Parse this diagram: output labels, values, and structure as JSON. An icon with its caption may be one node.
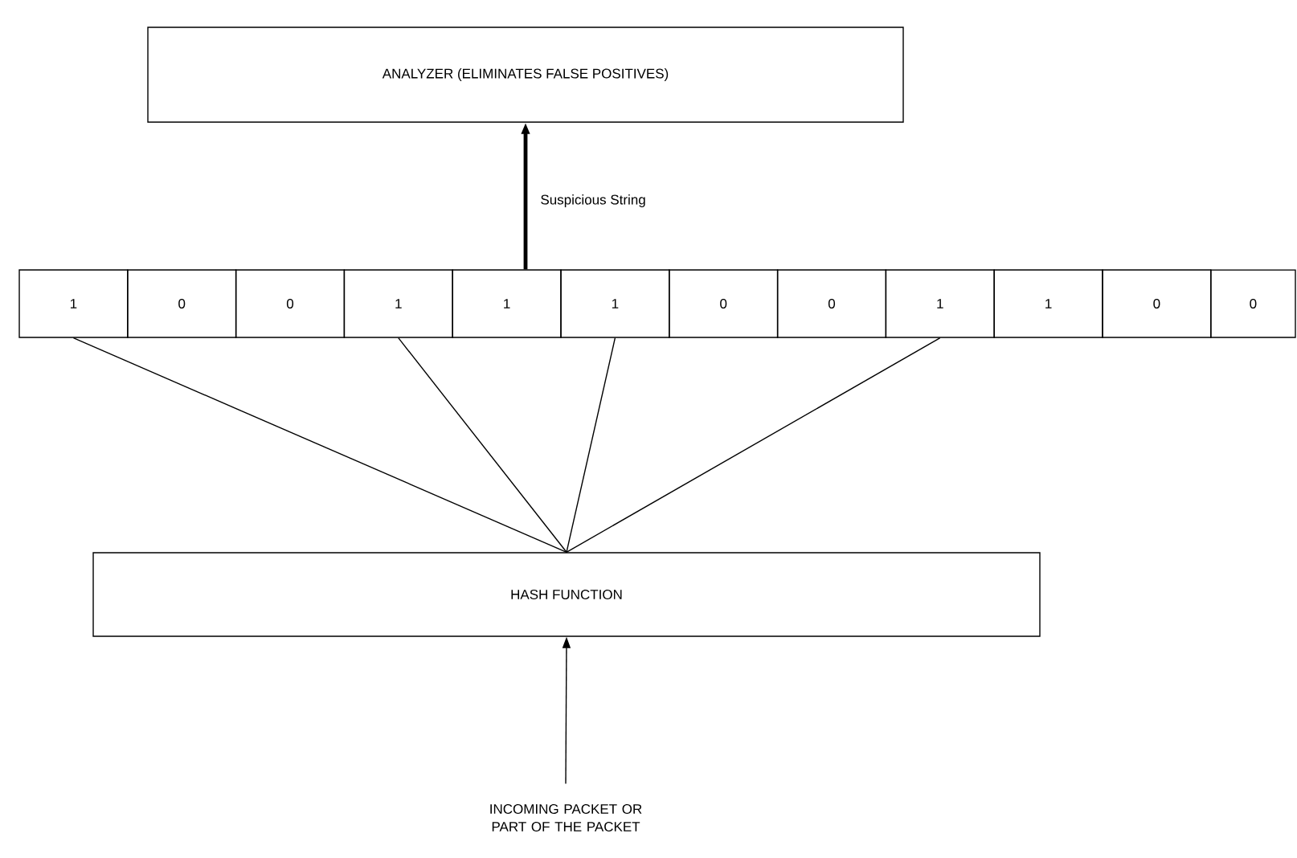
{
  "diagram": {
    "nodes": [
      {
        "text": [
          "ANALYZER (ELIMINATES FALSE POSITIVES)"
        ]
      },
      {
        "text": [
          "1"
        ]
      },
      {
        "text": [
          "0"
        ]
      },
      {
        "text": [
          "0"
        ]
      },
      {
        "text": [
          "1"
        ]
      },
      {
        "text": [
          "1"
        ]
      },
      {
        "text": [
          "1"
        ]
      },
      {
        "text": [
          "0"
        ]
      },
      {
        "text": [
          "0"
        ]
      },
      {
        "text": [
          "1"
        ]
      },
      {
        "text": [
          "1"
        ]
      },
      {
        "text": [
          "0"
        ]
      },
      {
        "text": [
          "0"
        ]
      },
      {
        "text": [
          "HASH FUNCTION"
        ]
      },
      {
        "text": [
          "INCOMING PACKET OR PART OF THE PACKET"
        ]
      }
    ],
    "edges": [
      {
        "from": 5,
        "to": 0,
        "arrow": "to",
        "style": "thick",
        "label": "Suspicious String"
      },
      {
        "from": 1,
        "to": 13,
        "arrow": "none"
      },
      {
        "from": 4,
        "to": 13,
        "arrow": "none"
      },
      {
        "from": 6,
        "to": 13,
        "arrow": "none"
      },
      {
        "from": 9,
        "to": 13,
        "arrow": "none"
      },
      {
        "from": 14,
        "to": 13,
        "arrow": "to"
      }
    ]
  }
}
